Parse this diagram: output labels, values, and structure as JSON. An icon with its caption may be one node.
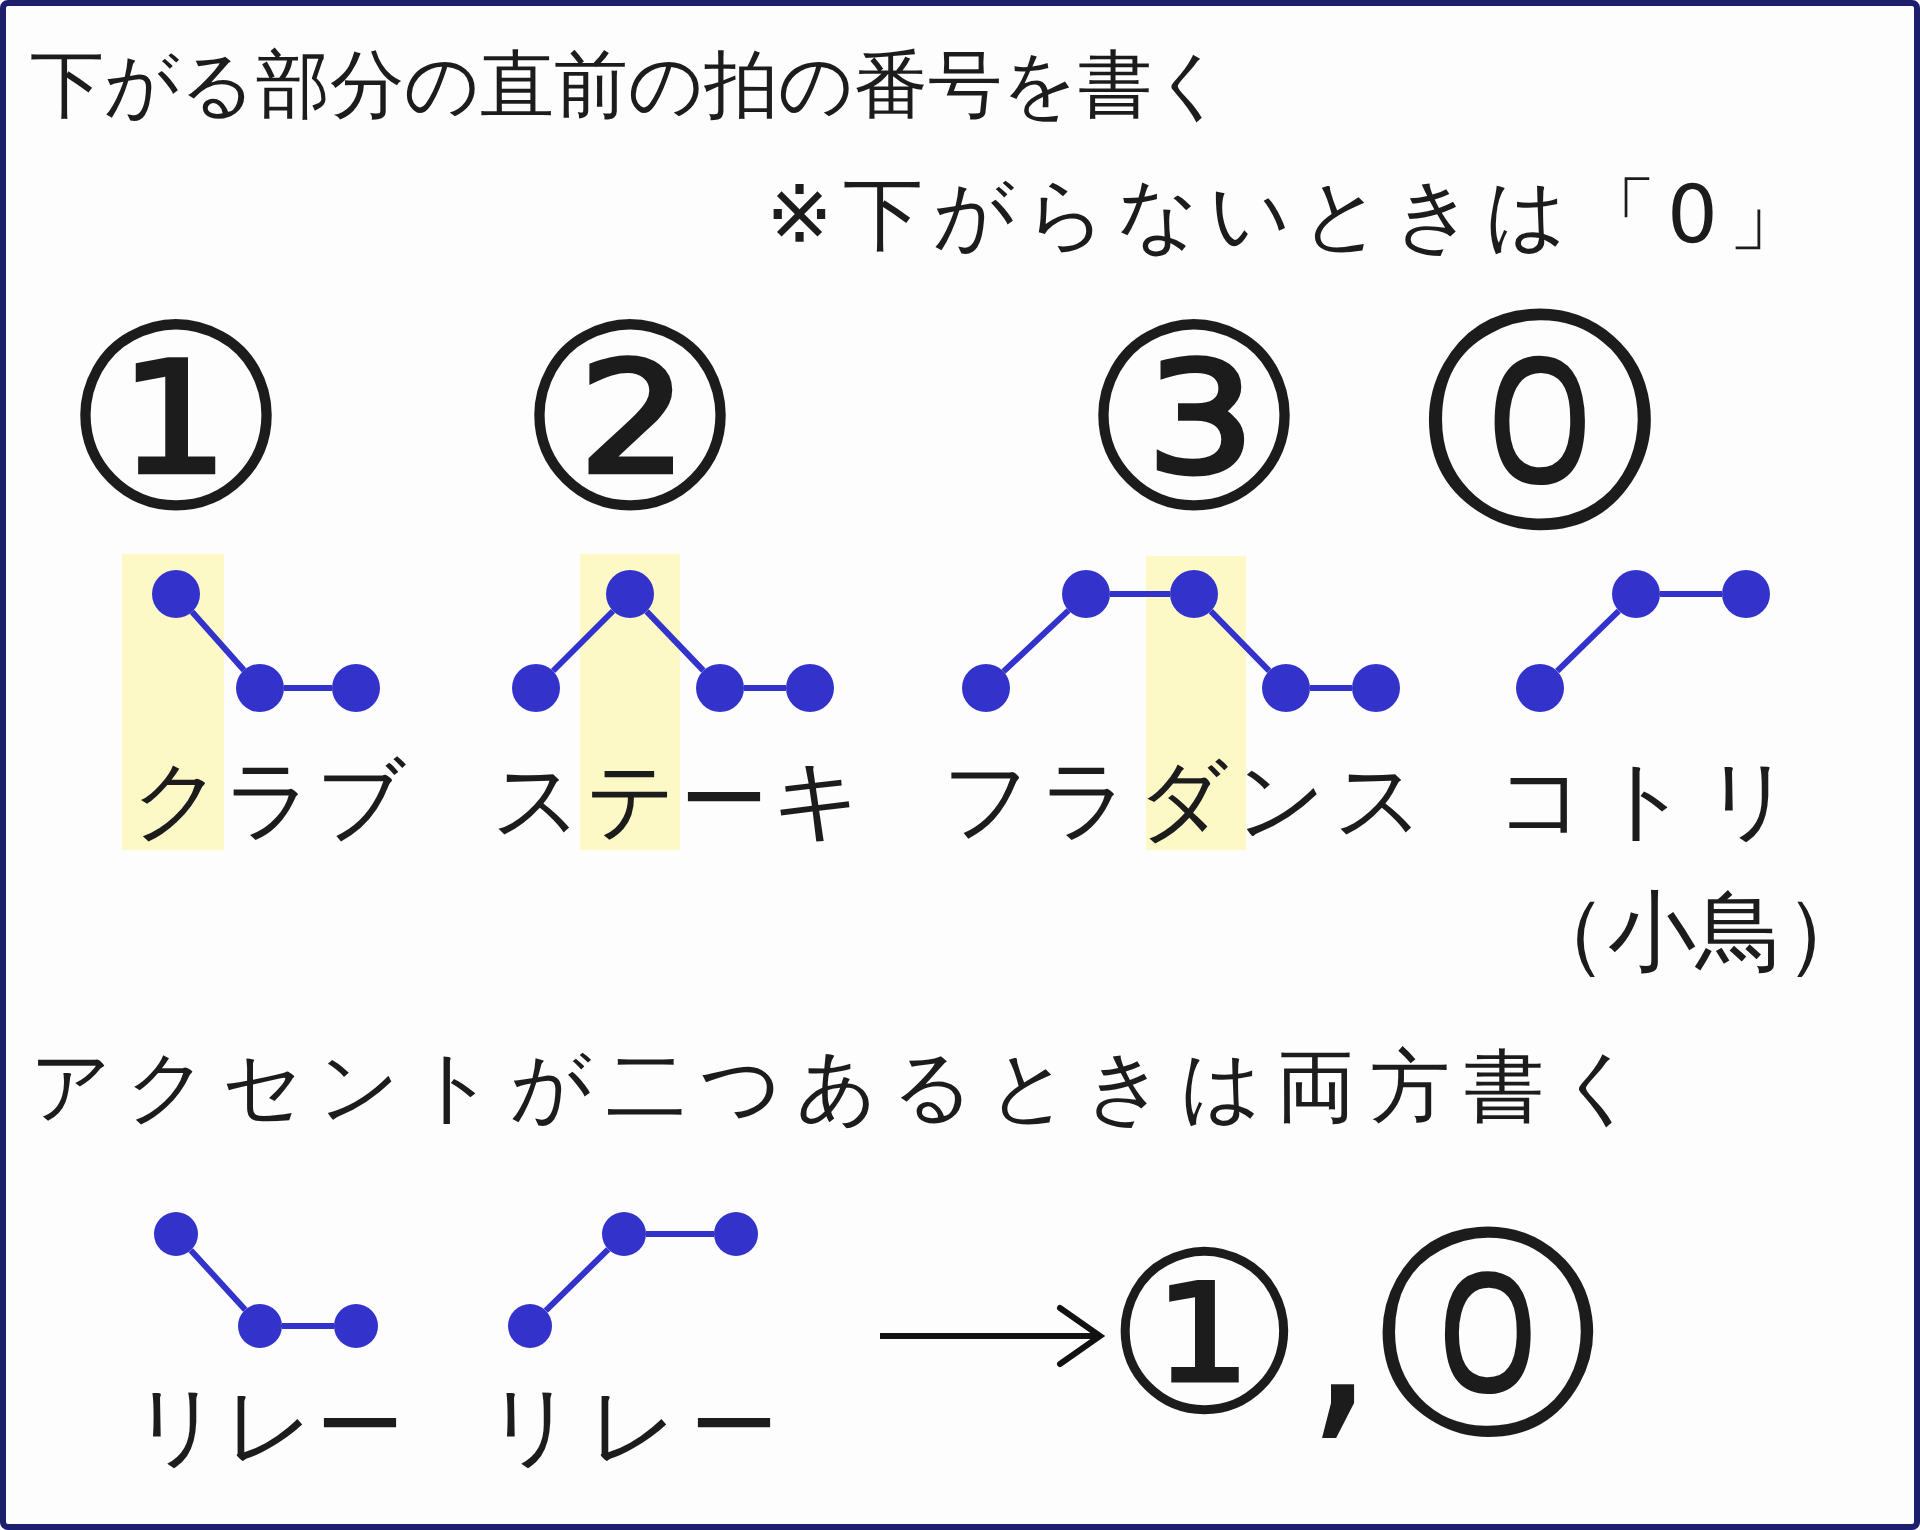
{
  "diagram": {
    "title": "下がる部分の直前の拍の番号を書く",
    "nodes": [
      {
        "text": [],
        "shape": "circle"
      },
      {
        "text": [],
        "shape": "circle"
      },
      {
        "text": [],
        "shape": "circle"
      },
      {
        "text": [],
        "shape": "circle"
      },
      {
        "text": [],
        "shape": "circle"
      },
      {
        "text": [],
        "shape": "circle"
      },
      {
        "text": [],
        "shape": "circle"
      },
      {
        "text": [],
        "shape": "circle"
      },
      {
        "text": [],
        "shape": "circle"
      },
      {
        "text": [],
        "shape": "circle"
      },
      {
        "text": [],
        "shape": "circle"
      },
      {
        "text": [],
        "shape": "circle"
      },
      {
        "text": [],
        "shape": "circle"
      },
      {
        "text": [],
        "shape": "circle"
      },
      {
        "text": [],
        "shape": "circle"
      },
      {
        "text": [],
        "shape": "circle"
      },
      {
        "text": [],
        "shape": "circle"
      },
      {
        "text": [],
        "shape": "circle"
      },
      {
        "text": [],
        "shape": "circle"
      },
      {
        "text": [],
        "shape": "circle"
      },
      {
        "text": [],
        "shape": "circle"
      },
      {
        "text": [
          "①,⓪"
        ]
      }
    ],
    "edges": [
      {
        "from": 0,
        "to": 1,
        "arrow": "none"
      },
      {
        "from": 1,
        "to": 2,
        "arrow": "none"
      },
      {
        "from": 3,
        "to": 4,
        "arrow": "none"
      },
      {
        "from": 4,
        "to": 5,
        "arrow": "none"
      },
      {
        "from": 5,
        "to": 6,
        "arrow": "none"
      },
      {
        "from": 7,
        "to": 8,
        "arrow": "none"
      },
      {
        "from": 8,
        "to": 9,
        "arrow": "none"
      },
      {
        "from": 9,
        "to": 10,
        "arrow": "none"
      },
      {
        "from": 10,
        "to": 11,
        "arrow": "none"
      },
      {
        "from": 12,
        "to": 13,
        "arrow": "none"
      },
      {
        "from": 13,
        "to": 14,
        "arrow": "none"
      },
      {
        "from": 15,
        "to": 16,
        "arrow": "none"
      },
      {
        "from": 16,
        "to": 17,
        "arrow": "none"
      },
      {
        "from": 18,
        "to": 19,
        "arrow": "none"
      },
      {
        "from": 19,
        "to": 20,
        "arrow": "none"
      },
      {
        "from": null,
        "to": 21,
        "arrow": "to",
        "color": "#111111"
      }
    ],
    "labels": [
      "※下がらないときは「0」",
      "①",
      "②",
      "③",
      "⓪",
      "クラブ",
      "ステーキ",
      "フラダンス",
      "コトリ",
      "（小鳥）",
      "アクセントが二つあるときは両方書く",
      "リレー",
      "リレー"
    ]
  }
}
